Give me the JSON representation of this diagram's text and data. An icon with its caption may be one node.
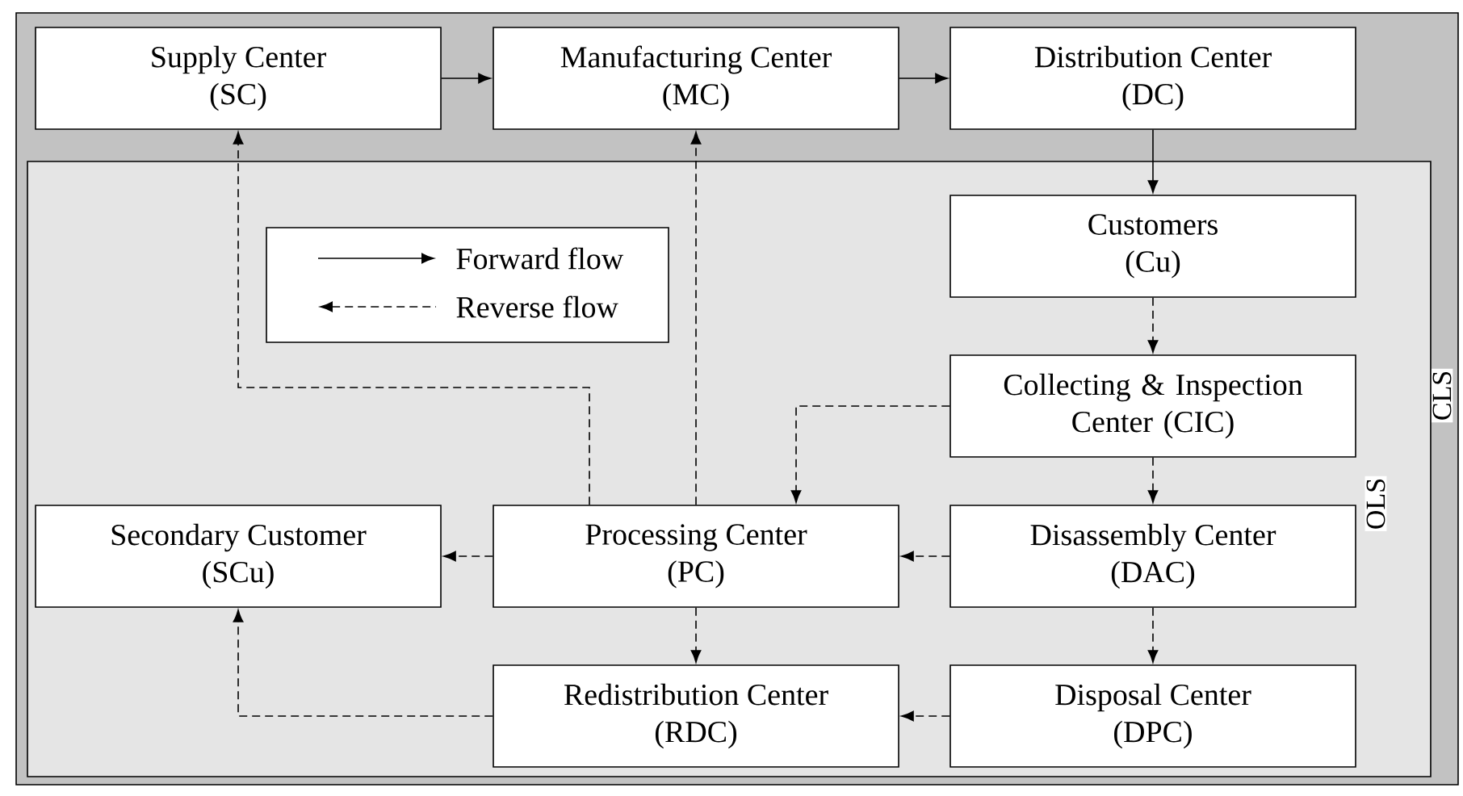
{
  "diagram": {
    "nodes": [
      {
        "text": [
          "CLS"
        ]
      },
      {
        "text": [
          "Supply Center",
          "(SC)"
        ],
        "in": 0
      },
      {
        "text": [
          "Manufacturing Center",
          "(MC)"
        ],
        "in": 0
      },
      {
        "text": [
          "Distribution Center",
          "(DC)"
        ],
        "in": 0
      },
      {
        "text": [
          "OLS"
        ],
        "in": 0
      },
      {
        "text": [
          "Customers",
          "(Cu)"
        ],
        "in": 4
      },
      {
        "text": [
          "Collecting & Inspection Center (CIC)"
        ],
        "in": 4
      },
      {
        "text": [
          "Secondary Customer",
          "(SCu)"
        ],
        "in": 4
      },
      {
        "text": [
          "Processing Center",
          "(PC)"
        ],
        "in": 4
      },
      {
        "text": [
          "Disassembly Center",
          "(DAC)"
        ],
        "in": 4
      },
      {
        "text": [
          "Redistribution Center",
          "(RDC)"
        ],
        "in": 4
      },
      {
        "text": [
          "Disposal Center",
          "(DPC)"
        ],
        "in": 4
      }
    ],
    "edges": [
      {
        "from": 1,
        "to": 2,
        "arrow": "to"
      },
      {
        "from": 2,
        "to": 3,
        "arrow": "to"
      },
      {
        "from": 3,
        "to": 5,
        "arrow": "to"
      },
      {
        "from": 5,
        "to": 6,
        "arrow": "to",
        "style": "dashed"
      },
      {
        "from": 6,
        "to": 8,
        "arrow": "to",
        "style": "dashed"
      },
      {
        "from": 6,
        "to": 9,
        "arrow": "to",
        "style": "dashed"
      },
      {
        "from": 8,
        "to": 1,
        "arrow": "to",
        "style": "dashed"
      },
      {
        "from": 8,
        "to": 2,
        "arrow": "to",
        "style": "dashed"
      },
      {
        "from": 8,
        "to": 7,
        "arrow": "to",
        "style": "dashed"
      },
      {
        "from": 9,
        "to": 8,
        "arrow": "to",
        "style": "dashed"
      },
      {
        "from": 8,
        "to": 10,
        "arrow": "to",
        "style": "dashed"
      },
      {
        "from": 9,
        "to": 11,
        "arrow": "to",
        "style": "dashed"
      },
      {
        "from": 11,
        "to": 10,
        "arrow": "to",
        "style": "dashed"
      },
      {
        "from": 10,
        "to": 7,
        "arrow": "to",
        "style": "dashed"
      }
    ],
    "legend": [
      {
        "text": "Forward flow"
      },
      {
        "text": "Reverse flow"
      }
    ]
  }
}
